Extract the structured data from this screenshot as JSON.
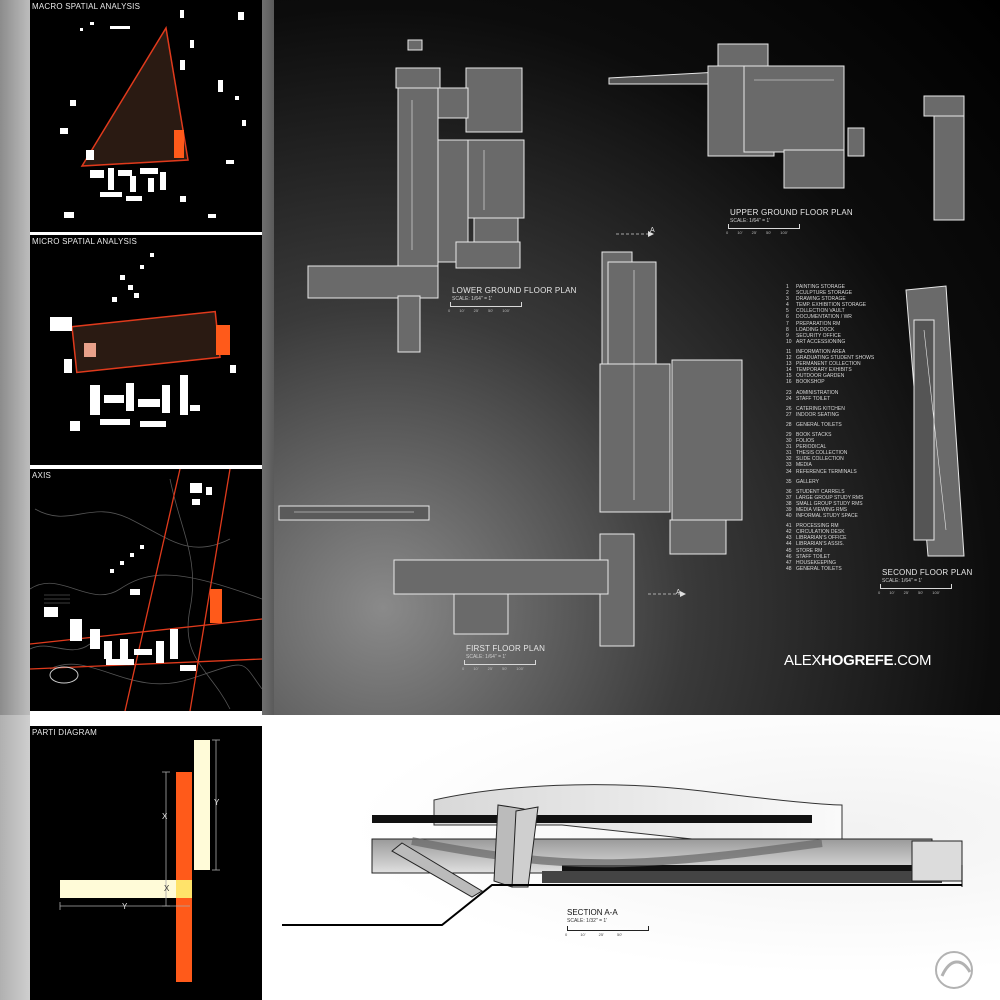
{
  "panels": {
    "macro": {
      "label": "MACRO SPATIAL ANALYSIS"
    },
    "micro": {
      "label": "MICRO SPATIAL ANALYSIS"
    },
    "axis": {
      "label": "AXIS"
    },
    "parti": {
      "label": "PARTI DIAGRAM",
      "label_x": "X",
      "label_y": "Y"
    }
  },
  "plans": {
    "lower_ground": {
      "title": "LOWER GROUND FLOOR PLAN",
      "scale": "SCALE: 1/64\" = 1'",
      "ticks": "0 10' 25' 50' 100'"
    },
    "upper_ground": {
      "title": "UPPER GROUND FLOOR PLAN",
      "scale": "SCALE: 1/64\" = 1'",
      "ticks": "0 10' 25' 50' 100'"
    },
    "first": {
      "title": "FIRST FLOOR PLAN",
      "scale": "SCALE: 1/64\" = 1'",
      "ticks": "0 10' 25' 50' 100'"
    },
    "second": {
      "title": "SECOND FLOOR PLAN",
      "scale": "SCALE: 1/64\" = 1'",
      "ticks": "0 10' 25' 50' 100'"
    },
    "section_marker": "A"
  },
  "legend": [
    {
      "n": "1",
      "t": "PAINTING STORAGE"
    },
    {
      "n": "2",
      "t": "SCULPTURE STORAGE"
    },
    {
      "n": "3",
      "t": "DRAWING STORAGE"
    },
    {
      "n": "4",
      "t": "TEMP. EXHIBITION STORAGE"
    },
    {
      "n": "5",
      "t": "COLLECTION VAULT"
    },
    {
      "n": "6",
      "t": "DOCUMENTATION / WR"
    },
    {
      "n": "7",
      "t": "PREPARATION RM"
    },
    {
      "n": "8",
      "t": "LOADING DOCK"
    },
    {
      "n": "9",
      "t": "SECURITY OFFICE"
    },
    {
      "n": "10",
      "t": "ART ACCESSIONING"
    },
    {
      "n": "11",
      "t": "INFORMATION AREA",
      "gap": true
    },
    {
      "n": "12",
      "t": "GRADUATING STUDENT SHOWS"
    },
    {
      "n": "13",
      "t": "PERMANENT COLLECTION"
    },
    {
      "n": "14",
      "t": "TEMPORARY EXHIBITS"
    },
    {
      "n": "15",
      "t": "OUTDOOR GARDEN"
    },
    {
      "n": "16",
      "t": "BOOKSHOP"
    },
    {
      "n": "23",
      "t": "ADMINISTRATION",
      "gap": true
    },
    {
      "n": "24",
      "t": "STAFF TOILET"
    },
    {
      "n": "26",
      "t": "CATERING KITCHEN",
      "gap": true
    },
    {
      "n": "27",
      "t": "INDOOR SEATING"
    },
    {
      "n": "28",
      "t": "GENERAL TOILETS",
      "gap": true
    },
    {
      "n": "29",
      "t": "BOOK STACKS",
      "gap": true
    },
    {
      "n": "30",
      "t": "FOLIOS"
    },
    {
      "n": "31",
      "t": "PERIODICAL"
    },
    {
      "n": "31",
      "t": "THESIS COLLECTION"
    },
    {
      "n": "32",
      "t": "SLIDE COLLECTION"
    },
    {
      "n": "33",
      "t": "MEDIA"
    },
    {
      "n": "34",
      "t": "REFERENCE TERMINALS"
    },
    {
      "n": "35",
      "t": "GALLERY",
      "gap": true
    },
    {
      "n": "36",
      "t": "STUDENT CARRELS",
      "gap": true
    },
    {
      "n": "37",
      "t": "LARGE GROUP STUDY RMS"
    },
    {
      "n": "38",
      "t": "SMALL GROUP STUDY RMS"
    },
    {
      "n": "39",
      "t": "MEDIA VIEWING RMS"
    },
    {
      "n": "40",
      "t": "INFORMAL STUDY SPACE"
    },
    {
      "n": "41",
      "t": "PROCESSING RM",
      "gap": true
    },
    {
      "n": "42",
      "t": "CIRCULATION DESK"
    },
    {
      "n": "43",
      "t": "LIBRARIAN'S OFFICE"
    },
    {
      "n": "44",
      "t": "LIBRARIAN'S ASSIS."
    },
    {
      "n": "45",
      "t": "STORE RM"
    },
    {
      "n": "46",
      "t": "STAFF TOILET"
    },
    {
      "n": "47",
      "t": "HOUSEKEEPING"
    },
    {
      "n": "48",
      "t": "GENERAL TOILETS"
    }
  ],
  "brand": {
    "light": "ALEX",
    "bold": "HOGREFE",
    "tail": ".COM"
  },
  "section": {
    "title": "SECTION A-A",
    "scale": "SCALE: 1/32\" = 1'",
    "ticks": "0 10' 25' 50'"
  },
  "colors": {
    "accent_orange": "#ff5a1a",
    "cream": "#fffbd8",
    "red_line": "#e03a1c"
  }
}
